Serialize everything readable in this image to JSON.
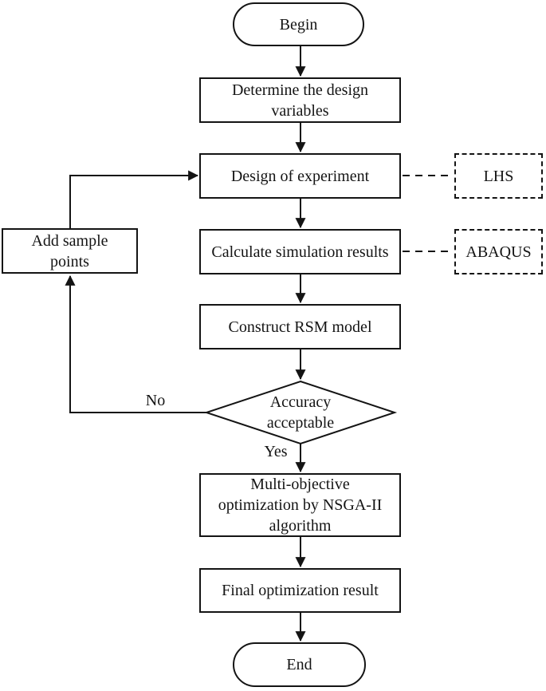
{
  "diagram": {
    "colors": {
      "stroke": "#141414",
      "text": "#141414",
      "background": "#ffffff"
    },
    "nodes": {
      "begin": {
        "label": "Begin"
      },
      "determine": {
        "label": "Determine the design variables"
      },
      "design": {
        "label": "Design of experiment"
      },
      "lhs": {
        "label": "LHS"
      },
      "calculate": {
        "label": "Calculate simulation results"
      },
      "abaqus": {
        "label": "ABAQUS"
      },
      "add_sample": {
        "label": "Add sample points"
      },
      "construct": {
        "label": "Construct RSM model"
      },
      "decision": {
        "label": "Accuracy acceptable"
      },
      "multi_objective": {
        "label": "Multi-objective optimization by NSGA-II algorithm"
      },
      "final_result": {
        "label": "Final optimization result"
      },
      "end": {
        "label": "End"
      }
    },
    "edge_labels": {
      "no": "No",
      "yes": "Yes"
    }
  }
}
